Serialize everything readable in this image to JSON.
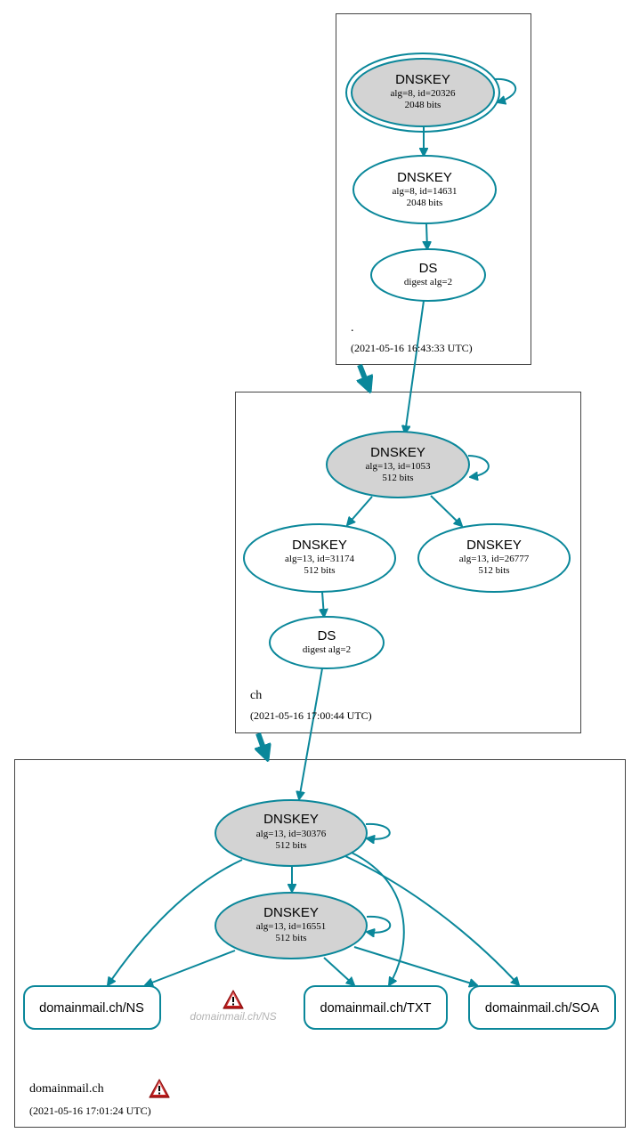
{
  "zones": {
    "root": {
      "name": ".",
      "timestamp": "(2021-05-16 16:43:33 UTC)"
    },
    "ch": {
      "name": "ch",
      "timestamp": "(2021-05-16 17:00:44 UTC)"
    },
    "domainmail": {
      "name": "domainmail.ch",
      "timestamp": "(2021-05-16 17:01:24 UTC)"
    }
  },
  "nodes": {
    "root_ksk": {
      "title": "DNSKEY",
      "line1": "alg=8, id=20326",
      "line2": "2048 bits"
    },
    "root_zsk": {
      "title": "DNSKEY",
      "line1": "alg=8, id=14631",
      "line2": "2048 bits"
    },
    "root_ds": {
      "title": "DS",
      "line1": "digest alg=2"
    },
    "ch_ksk": {
      "title": "DNSKEY",
      "line1": "alg=13, id=1053",
      "line2": "512 bits"
    },
    "ch_zsk1": {
      "title": "DNSKEY",
      "line1": "alg=13, id=31174",
      "line2": "512 bits"
    },
    "ch_zsk2": {
      "title": "DNSKEY",
      "line1": "alg=13, id=26777",
      "line2": "512 bits"
    },
    "ch_ds": {
      "title": "DS",
      "line1": "digest alg=2"
    },
    "dm_ksk": {
      "title": "DNSKEY",
      "line1": "alg=13, id=30376",
      "line2": "512 bits"
    },
    "dm_zsk": {
      "title": "DNSKEY",
      "line1": "alg=13, id=16551",
      "line2": "512 bits"
    }
  },
  "rrsets": {
    "ns": "domainmail.ch/NS",
    "txt": "domainmail.ch/TXT",
    "soa": "domainmail.ch/SOA",
    "ghost_ns": "domainmail.ch/NS"
  },
  "icons": {
    "warning_ns": "warning-icon",
    "warning_zone": "warning-icon"
  },
  "colors": {
    "edge": "#0a879a",
    "key_fill": "#d3d3d3",
    "warning_red": "#cc2222"
  }
}
